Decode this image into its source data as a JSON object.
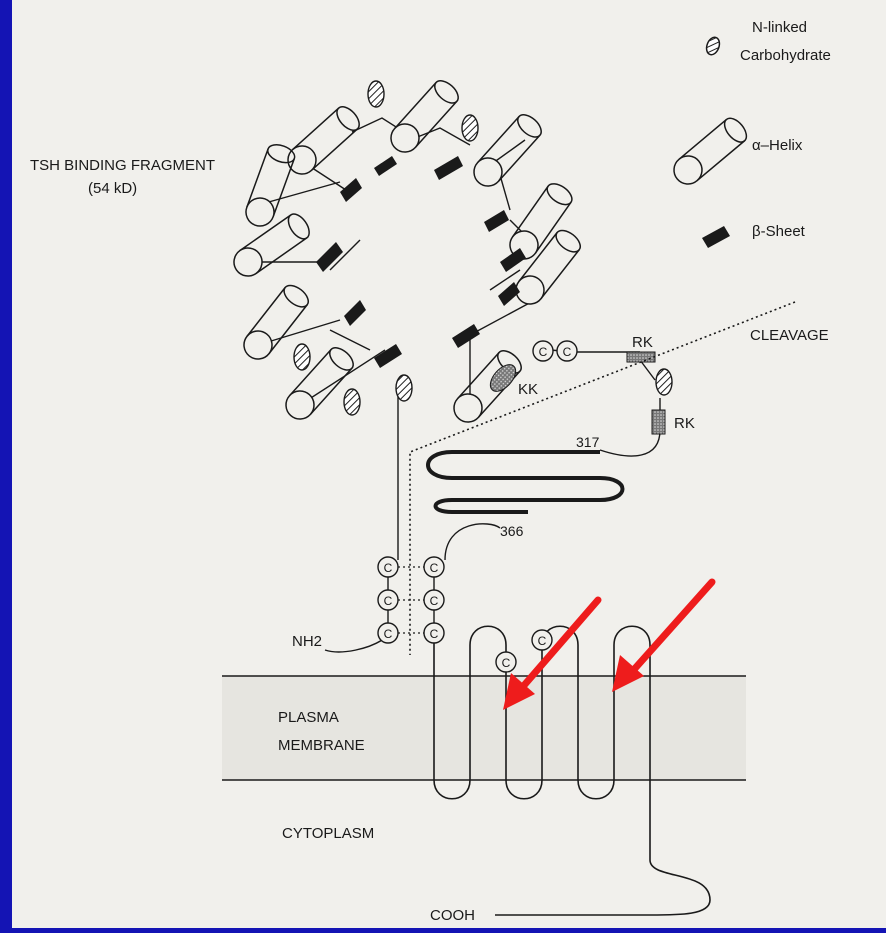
{
  "legend": {
    "carbohydrate_line1": "N-linked",
    "carbohydrate_line2": "Carbohydrate",
    "helix": "α–Helix",
    "sheet": "β-Sheet"
  },
  "labels": {
    "tsh_line1": "TSH BINDING FRAGMENT",
    "tsh_line2": "(54 kD)",
    "cleavage": "CLEAVAGE",
    "rk_top": "RK",
    "rk_mid": "RK",
    "kk": "KK",
    "n317": "317",
    "n366": "366",
    "nh2": "NH2",
    "cooh": "COOH",
    "plasma_line1": "PLASMA",
    "plasma_line2": "MEMBRANE",
    "cytoplasm": "CYTOPLASM",
    "c": "C"
  },
  "colors": {
    "frame": "#1414b4",
    "paper": "#f1f0ec",
    "ink": "#1a1a1a",
    "arrow": "#ee1c1c"
  }
}
